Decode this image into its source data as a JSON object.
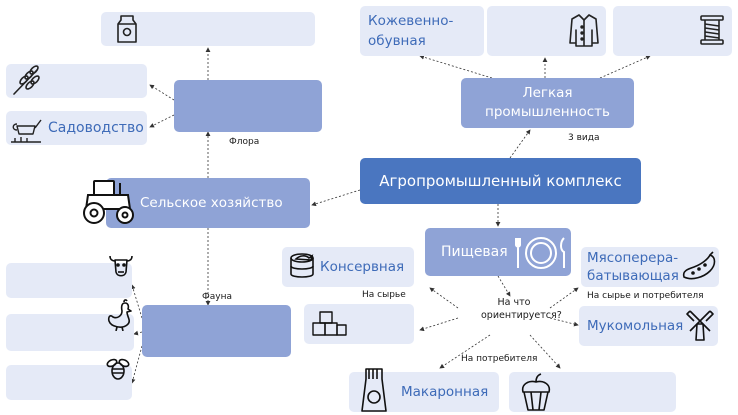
{
  "center": "Агропромышленный комплекс",
  "light_industry": {
    "label": "Легкая промышленность",
    "count_label": "3 вида",
    "items": [
      "Кожевенно-обувная",
      "",
      ""
    ]
  },
  "agriculture": {
    "label": "Сельское хозяйство",
    "flora_label": "Флора",
    "fauna_label": "Фауна",
    "flora_items": [
      "",
      "Садоводство"
    ]
  },
  "food": {
    "label": "Пищевая",
    "question": "На что ориентируется?",
    "on_raw": "На сырье",
    "on_raw_and_consumer": "На сырье и потребителя",
    "on_consumer": "На потребителя",
    "items": {
      "canned": "Консервная",
      "meat": "Мясоперера-батывающая",
      "flour": "Мукомольная",
      "pasta": "Макаронная"
    }
  },
  "colors": {
    "dark": "#4a76c0",
    "mid": "#8fa3d6",
    "light": "#e5eaf7",
    "blue_text": "#3e6bb8"
  },
  "icons": [
    "milk-pack-icon",
    "wheat-icon",
    "watering-can-icon",
    "tractor-icon",
    "cow-icon",
    "chicken-icon",
    "bee-icon",
    "coat-icon",
    "thread-spool-icon",
    "plate-cutlery-icon",
    "canned-fish-icon",
    "sugar-cubes-icon",
    "sausage-icon",
    "windmill-icon",
    "pasta-pack-icon",
    "cupcake-icon"
  ]
}
